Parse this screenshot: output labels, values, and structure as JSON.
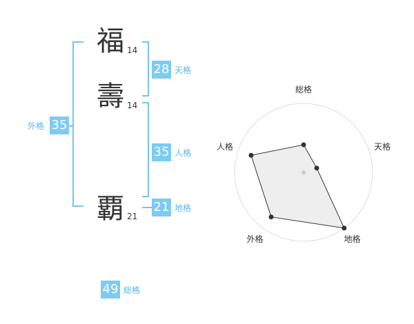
{
  "name": {
    "chars": [
      {
        "char": "福",
        "strokes": "14"
      },
      {
        "char": "壽",
        "strokes": "14"
      },
      {
        "char": "覇",
        "strokes": "21"
      }
    ]
  },
  "scores": {
    "tenkaku": {
      "value": "28",
      "label": "天格"
    },
    "jinkaku": {
      "value": "35",
      "label": "人格"
    },
    "chikaku": {
      "value": "21",
      "label": "地格"
    },
    "gaikaku": {
      "value": "35",
      "label": "外格"
    },
    "soukaku": {
      "value": "49",
      "label": "総格"
    }
  },
  "colors": {
    "accent": "#7dcbf3",
    "line": "#74c4f0"
  },
  "chart_data": {
    "type": "radar",
    "axes": [
      "総格",
      "天格",
      "地格",
      "外格",
      "人格"
    ],
    "values": [
      0.4,
      0.2,
      1.0,
      0.8,
      0.8
    ],
    "rings": 5,
    "range": [
      0,
      1
    ]
  }
}
